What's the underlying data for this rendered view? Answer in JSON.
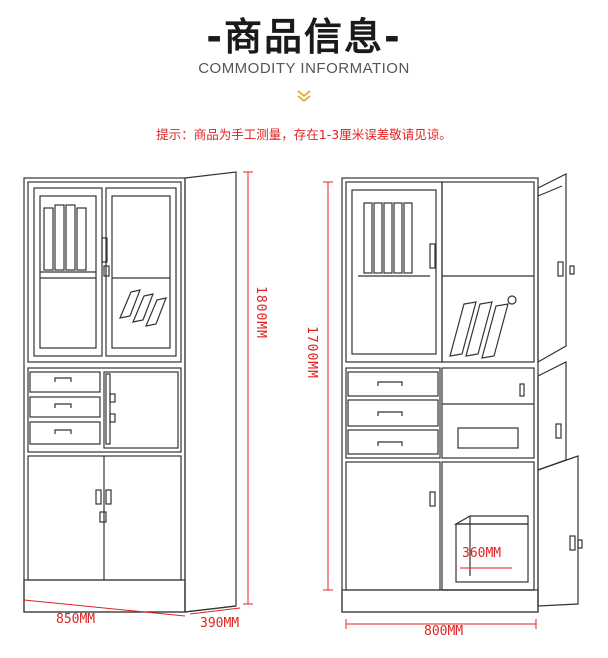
{
  "header": {
    "title": "-商品信息-",
    "subtitle": "COMMODITY INFORMATION",
    "note": "提示：商品为手工测量，存在1-3厘米误差敬请见谅。"
  },
  "dimensions": {
    "left_height": "1800MM",
    "left_width": "850MM",
    "left_depth": "390MM",
    "right_height": "1700MM",
    "right_width": "800MM",
    "right_inner": "360MM"
  },
  "colors": {
    "accent": "#e02222",
    "line": "#333333"
  },
  "icons": [
    "chevron-down-icon"
  ]
}
